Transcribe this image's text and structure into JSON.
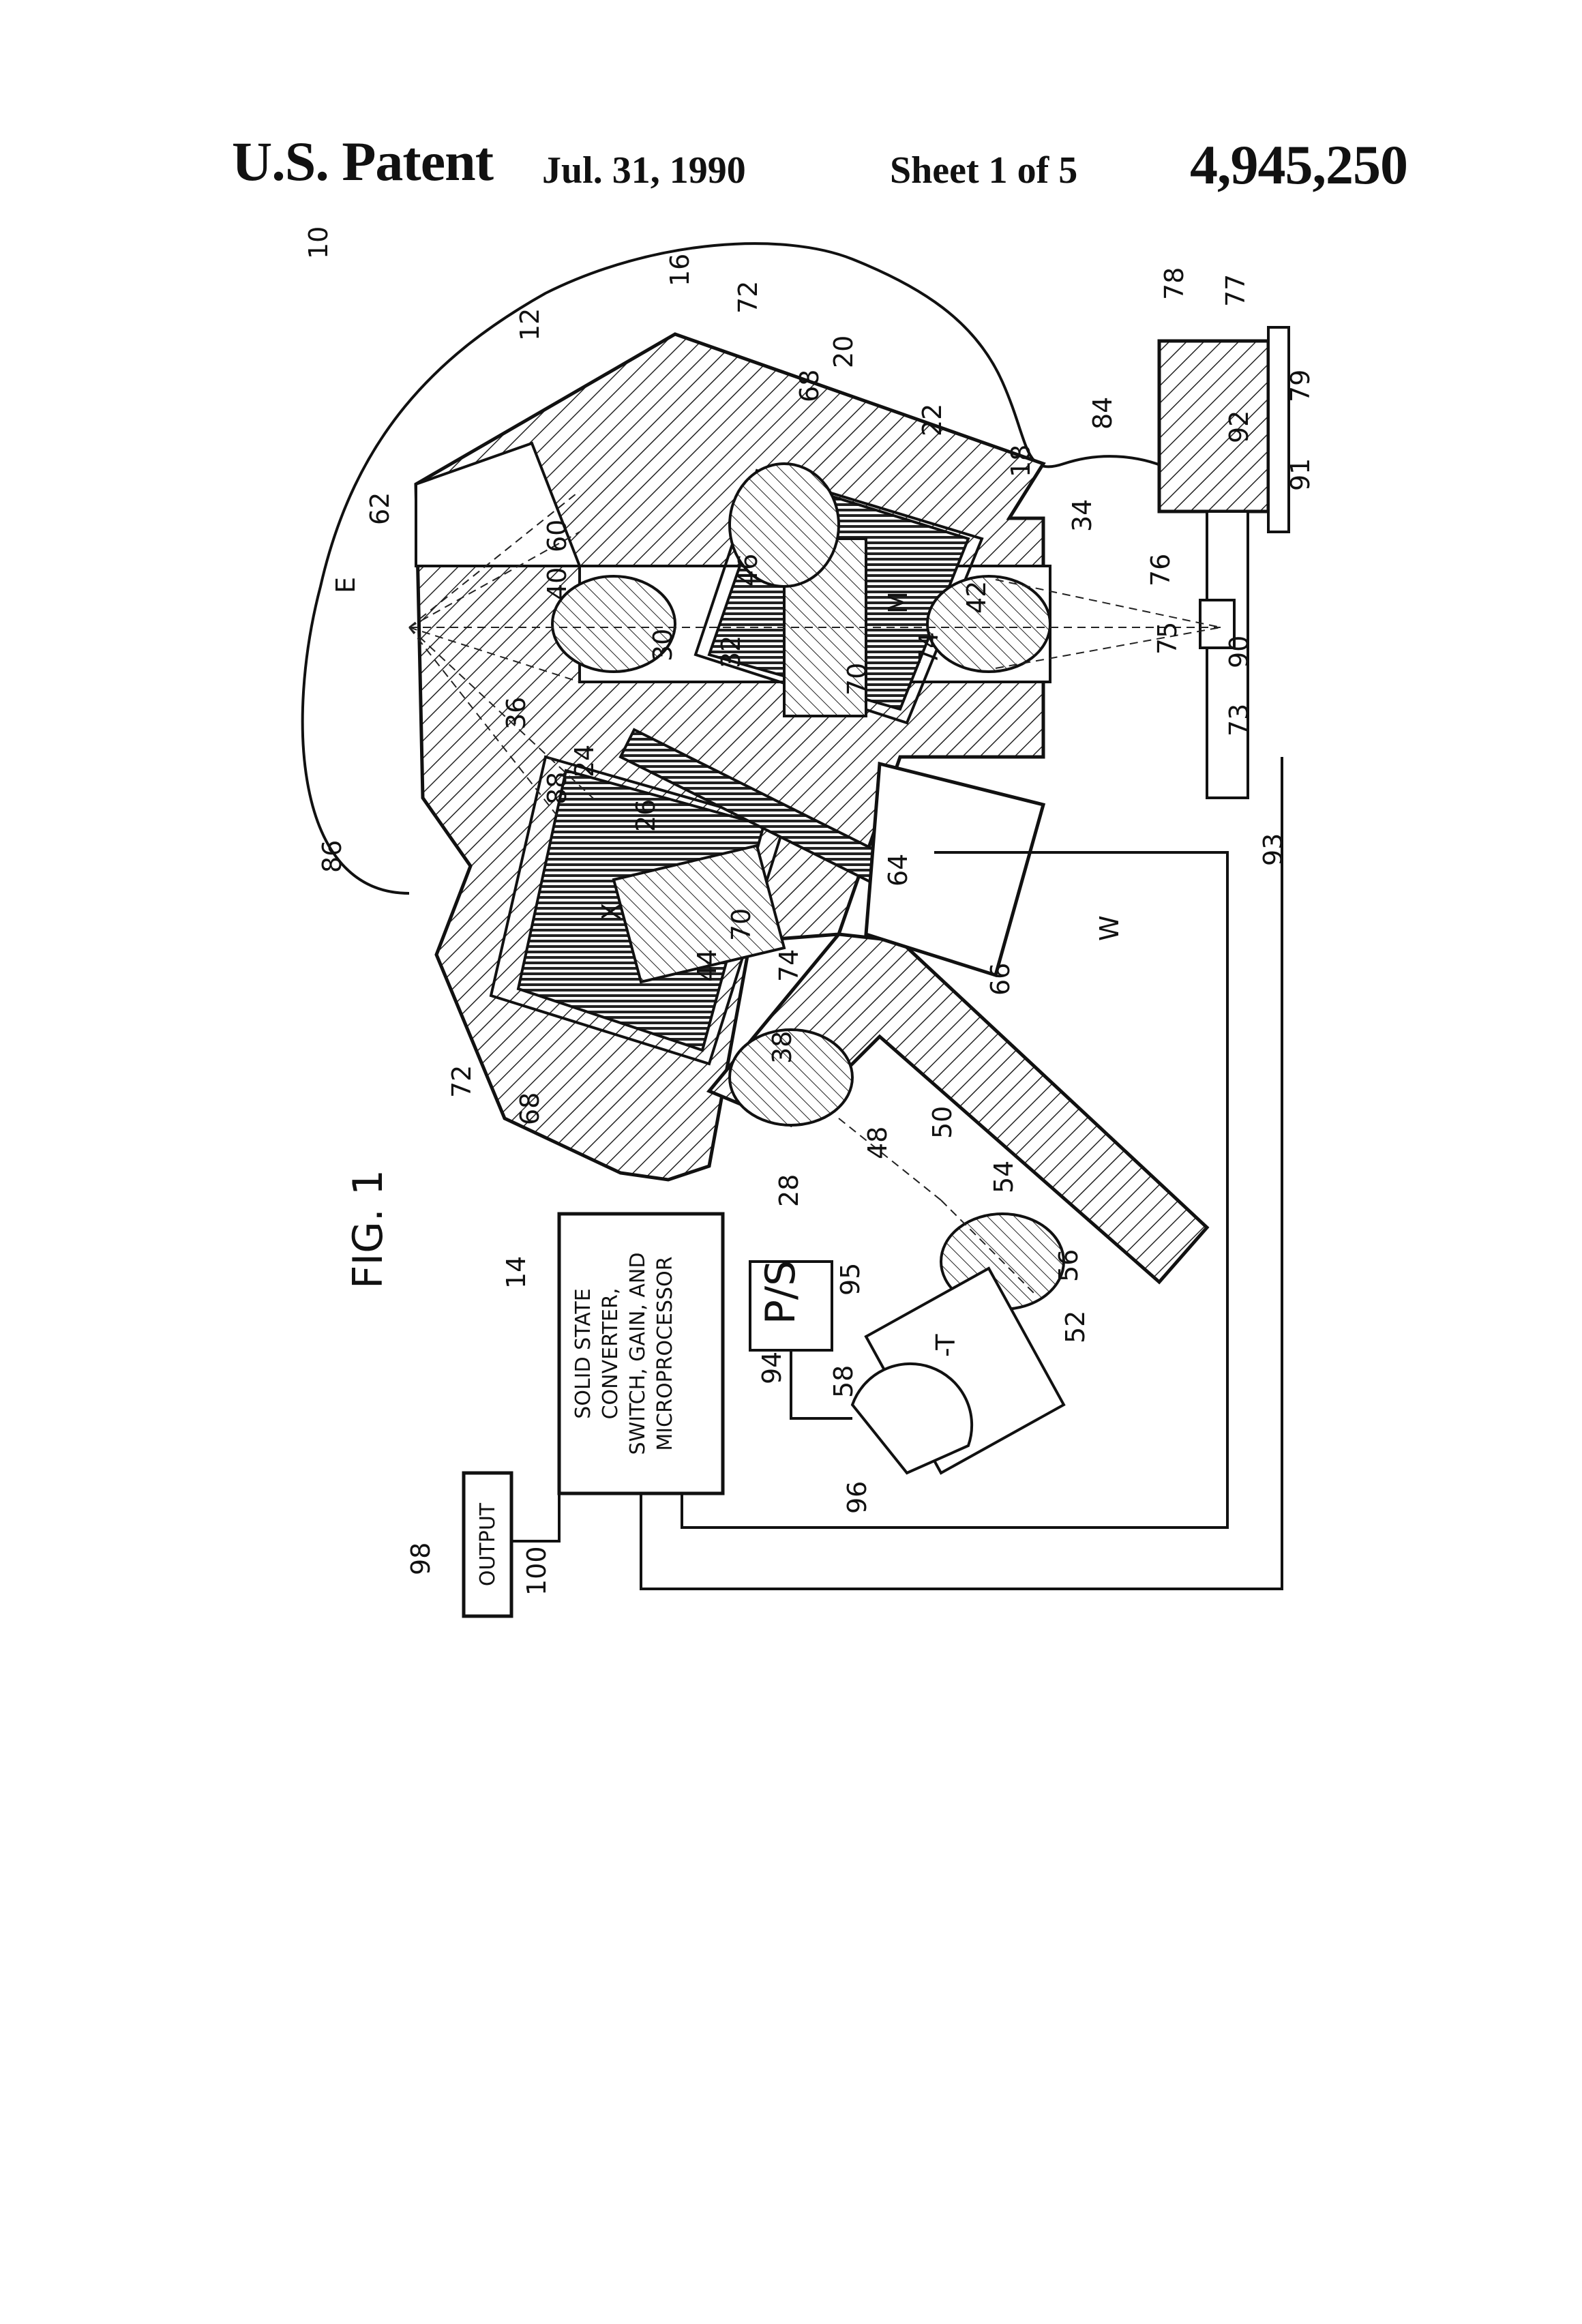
{
  "header": {
    "title": "U.S. Patent",
    "date": "Jul. 31, 1990",
    "sheet": "Sheet 1 of 5",
    "patent_number": "4,945,250"
  },
  "figure": {
    "caption": "FIG. 1",
    "controller_box_lines": [
      "SOLID STATE",
      "CONVERTER,",
      "SWITCH, GAIN, AND",
      "MICROPROCESSOR"
    ],
    "output_box": "OUTPUT",
    "power_supply_box": "P/S",
    "letters": {
      "E": "E",
      "M": "M",
      "X": "X",
      "W": "W",
      "T": "-T"
    },
    "reference_numerals": [
      "10",
      "12",
      "14",
      "16",
      "18",
      "20",
      "22",
      "24",
      "26",
      "28",
      "30",
      "32",
      "34",
      "36",
      "38",
      "40",
      "42",
      "44",
      "46",
      "48",
      "50",
      "52",
      "54",
      "56",
      "58",
      "60",
      "62",
      "64",
      "66",
      "68",
      "68",
      "70",
      "70",
      "72",
      "72",
      "73",
      "74",
      "74",
      "75",
      "76",
      "77",
      "78",
      "79",
      "84",
      "86",
      "88",
      "90",
      "91",
      "92",
      "93",
      "94",
      "95",
      "96",
      "98",
      "100"
    ]
  }
}
